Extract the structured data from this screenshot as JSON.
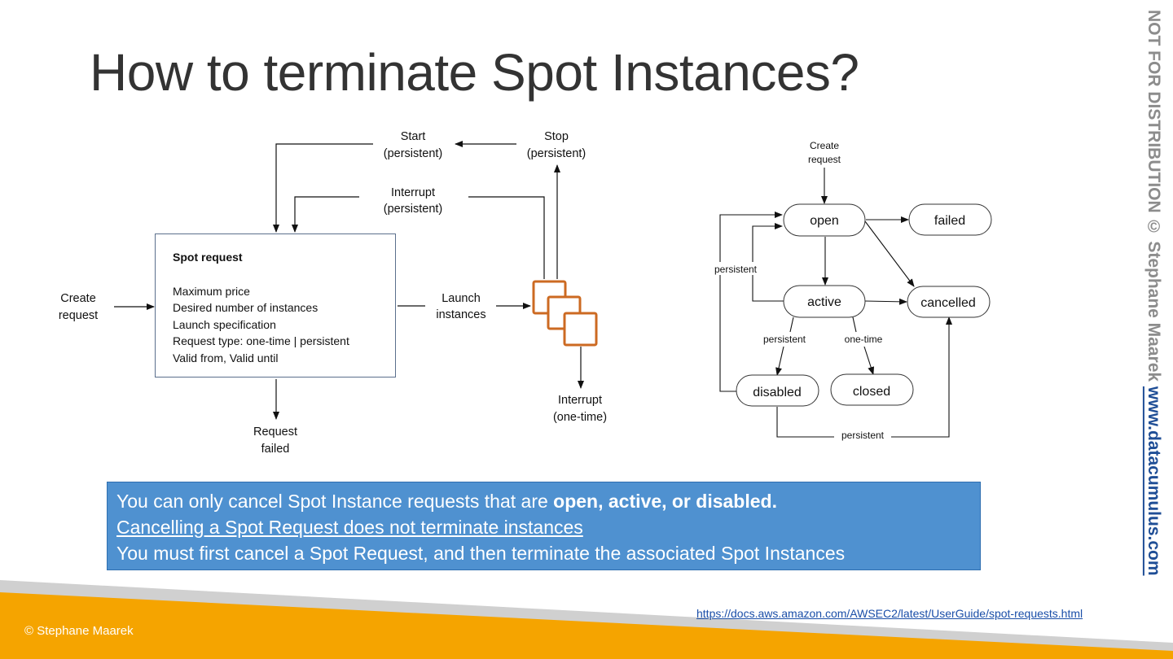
{
  "title": "How to terminate Spot Instances?",
  "left_diagram": {
    "create_request": [
      "Create",
      "request"
    ],
    "start": [
      "Start",
      "(persistent)"
    ],
    "stop": [
      "Stop",
      "(persistent)"
    ],
    "interrupt_persistent": [
      "Interrupt",
      "(persistent)"
    ],
    "launch_instances": [
      "Launch",
      "instances"
    ],
    "interrupt_one_time": [
      "Interrupt",
      "(one-time)"
    ],
    "request_failed": [
      "Request",
      "failed"
    ],
    "spot_request": {
      "heading": "Spot request",
      "lines": [
        "Maximum price",
        "Desired number of instances",
        "Launch specification",
        "Request type: one-time | persistent",
        "Valid from, Valid until"
      ]
    }
  },
  "right_diagram": {
    "create_request": [
      "Create",
      "request"
    ],
    "states": {
      "open": "open",
      "failed": "failed",
      "active": "active",
      "cancelled": "cancelled",
      "disabled": "disabled",
      "closed": "closed"
    },
    "edges": {
      "persistent_loop": "persistent",
      "persistent_down": "persistent",
      "one_time": "one-time",
      "persistent_bottom": "persistent"
    }
  },
  "info": {
    "line1_prefix": "You can only cancel Spot Instance requests that are ",
    "line1_bold": "open, active, or disabled.",
    "line2": "Cancelling a Spot Request does not terminate instances",
    "line3": "You must first cancel a Spot Request, and then terminate the associated Spot Instances"
  },
  "link": "https://docs.aws.amazon.com/AWSEC2/latest/UserGuide/spot-requests.html",
  "footer": "© Stephane Maarek",
  "side": {
    "notice": "NOT FOR DISTRIBUTION © Stephane Maarek ",
    "site": "www.datacumulus.com"
  },
  "colors": {
    "accent_orange": "#f5a400",
    "info_blue": "#4f91d0",
    "instance_icon": "#cc6a22",
    "footer_grey": "#d0d0d0"
  }
}
